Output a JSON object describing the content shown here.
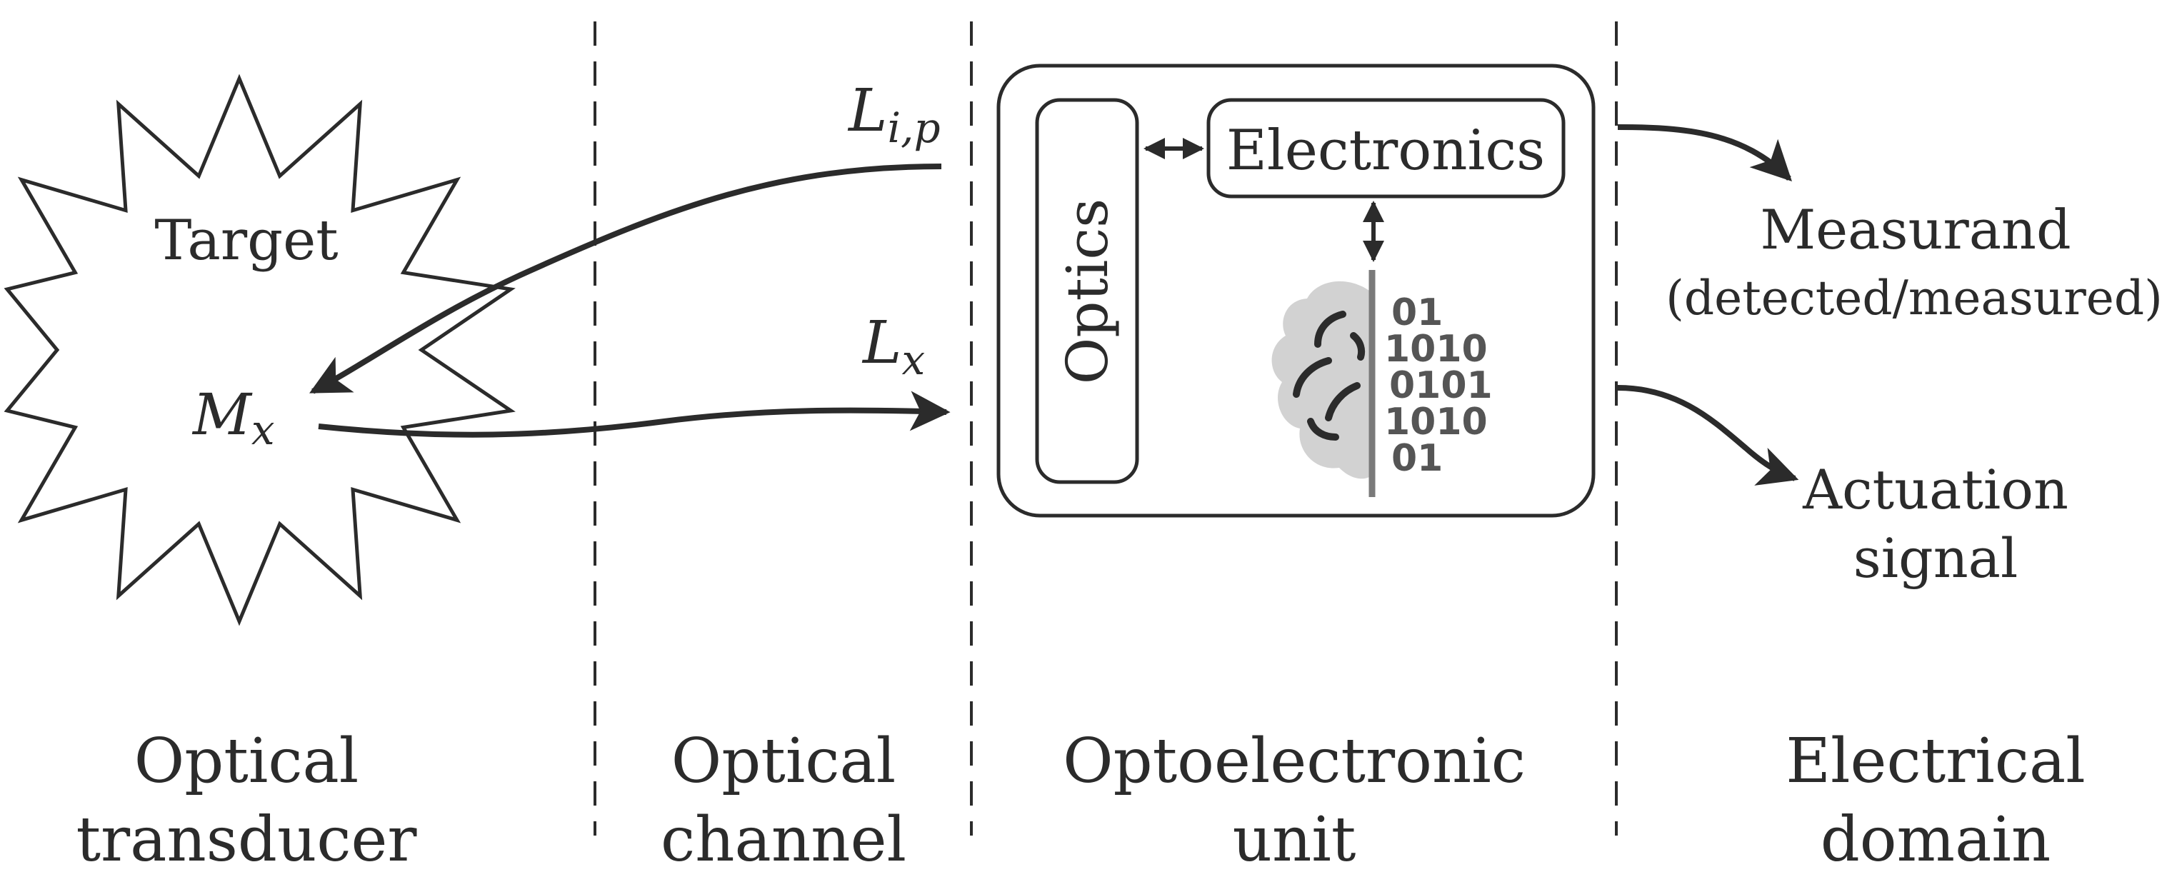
{
  "target_label": "Target",
  "mx": {
    "base": "M",
    "sub": "x"
  },
  "lip": {
    "base": "L",
    "sub": "i,p"
  },
  "lx": {
    "base": "L",
    "sub": "x"
  },
  "unit": {
    "electronics_label": "Electronics",
    "optics_label": "Optics",
    "binary_lines": [
      "01",
      "1010",
      "0101",
      "1010",
      "01"
    ]
  },
  "outputs": {
    "measurand": "Measurand",
    "measurand_note": "(detected/measured)",
    "actuation_line1": "Actuation",
    "actuation_line2": "signal"
  },
  "domains": [
    {
      "line1": "Optical",
      "line2": "transducer"
    },
    {
      "line1": "Optical",
      "line2": "channel"
    },
    {
      "line1": "Optoelectronic",
      "line2": "unit"
    },
    {
      "line1": "Electrical",
      "line2": "domain"
    }
  ],
  "colors": {
    "ink": "#2b2b2b",
    "brain": "#d2d2d2",
    "brain_lines": "#9a9a9a",
    "bits": "#555555"
  }
}
